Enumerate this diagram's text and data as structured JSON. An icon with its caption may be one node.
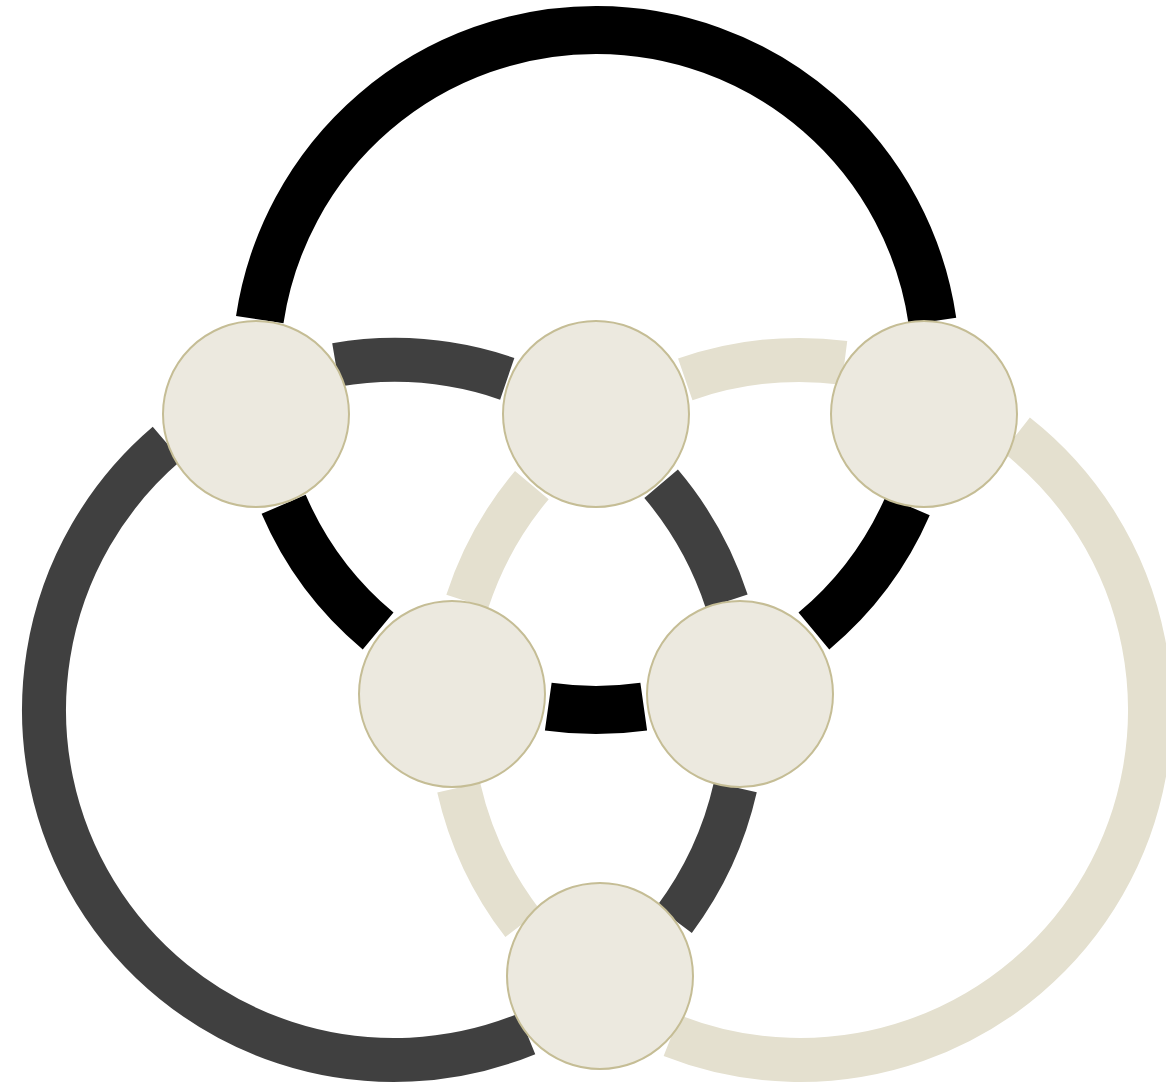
{
  "diagram": {
    "nodes": [
      {
        "text": [],
        "shape": "circle"
      },
      {
        "text": [],
        "shape": "circle"
      },
      {
        "text": [],
        "shape": "circle"
      },
      {
        "text": [],
        "shape": "circle"
      },
      {
        "text": [],
        "shape": "circle"
      },
      {
        "text": [],
        "shape": "circle"
      }
    ],
    "edges": [
      {
        "from": 4,
        "to": 3,
        "arrow": "none",
        "color": "#000000"
      },
      {
        "from": 3,
        "to": 0,
        "arrow": "none",
        "color": "#000000"
      },
      {
        "from": 0,
        "to": 2,
        "arrow": "none",
        "color": "#000000"
      },
      {
        "from": 2,
        "to": 4,
        "arrow": "none",
        "color": "#000000"
      },
      {
        "from": 5,
        "to": 0,
        "arrow": "none",
        "color": "#404040"
      },
      {
        "from": 0,
        "to": 1,
        "arrow": "none",
        "color": "#404040"
      },
      {
        "from": 1,
        "to": 4,
        "arrow": "none",
        "color": "#404040"
      },
      {
        "from": 4,
        "to": 5,
        "arrow": "none",
        "color": "#404040"
      },
      {
        "from": 5,
        "to": 3,
        "arrow": "none",
        "color": "#e4e0cf"
      },
      {
        "from": 3,
        "to": 1,
        "arrow": "none",
        "color": "#e4e0cf"
      },
      {
        "from": 1,
        "to": 2,
        "arrow": "none",
        "color": "#e4e0cf"
      },
      {
        "from": 2,
        "to": 5,
        "arrow": "none",
        "color": "#e4e0cf"
      }
    ]
  }
}
